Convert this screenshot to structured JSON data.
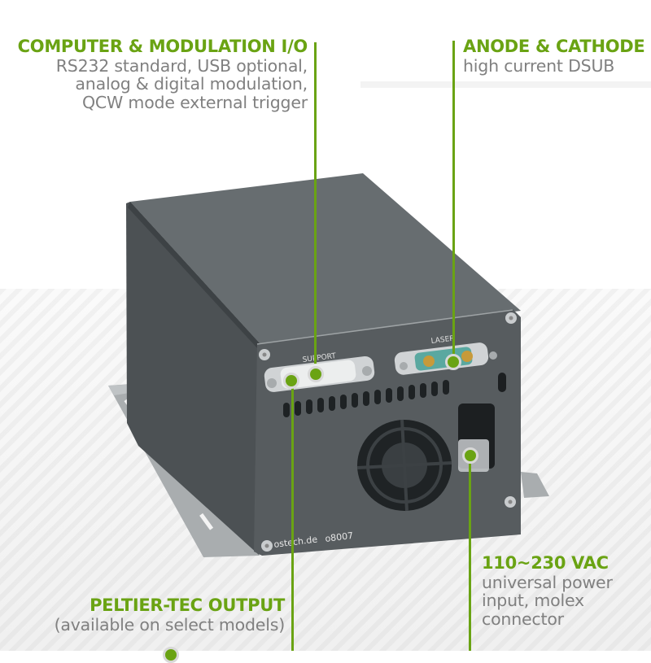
{
  "callouts": {
    "computer_io": {
      "title": "COMPUTER & MODULATION I/O",
      "lines": [
        "RS232 standard, USB optional,",
        "analog & digital modulation,",
        "QCW mode external trigger"
      ]
    },
    "anode_cathode": {
      "title": "ANODE & CATHODE",
      "lines": [
        "high current DSUB"
      ]
    },
    "power": {
      "title": "110~230 VAC",
      "lines": [
        "universal power",
        "input, molex",
        "connector"
      ]
    },
    "peltier": {
      "title": "PELTIER-TEC OUTPUT",
      "lines": [
        "(available on select models)"
      ]
    }
  },
  "device": {
    "connector_support_label": "SUPPORT",
    "connector_laser_label": "LASER",
    "brand_text": "ostech.de",
    "model_text": "o8007"
  },
  "colors": {
    "accent_green": "#6aa313",
    "body_gray": "#5e6466",
    "text_gray": "#808080"
  }
}
